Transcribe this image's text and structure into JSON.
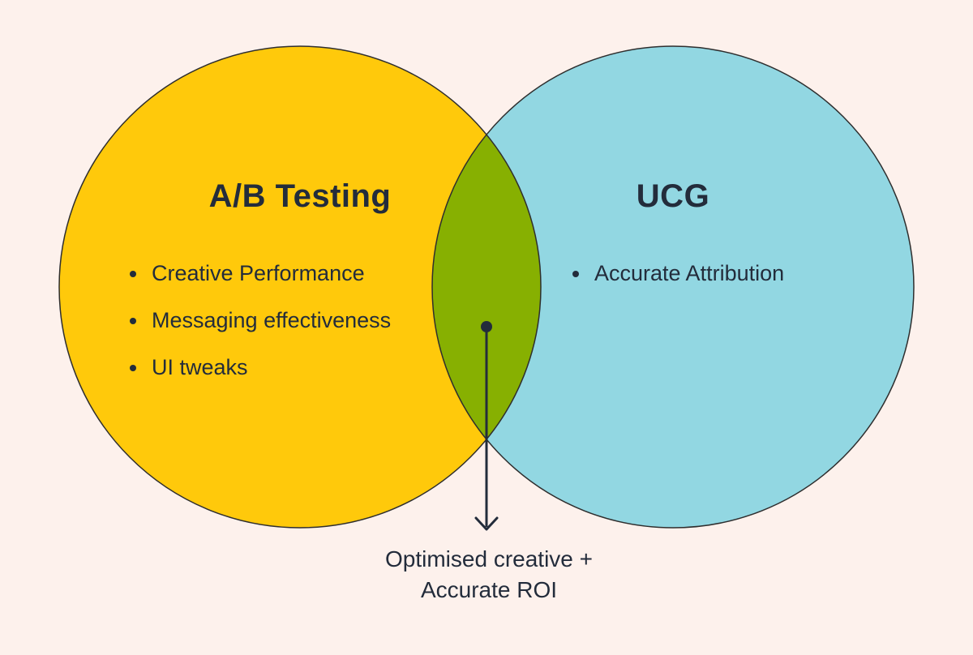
{
  "diagram": {
    "type": "venn",
    "left_circle": {
      "label": "A/B Testing",
      "fill_color": "#FFC90B",
      "items": [
        "Creative Performance",
        "Messaging effectiveness",
        "UI tweaks"
      ]
    },
    "right_circle": {
      "label": "UCG",
      "fill_color": "#92D7E2",
      "items": [
        "Accurate Attribution"
      ]
    },
    "overlap": {
      "fill_color": "#87B001"
    }
  },
  "caption": {
    "line1": "Optimised creative +",
    "line2": "Accurate ROI"
  },
  "colors": {
    "background": "#FDF1EC",
    "text": "#232C3B",
    "outline": "#2E2E2E",
    "arrow": "#232C3B"
  }
}
